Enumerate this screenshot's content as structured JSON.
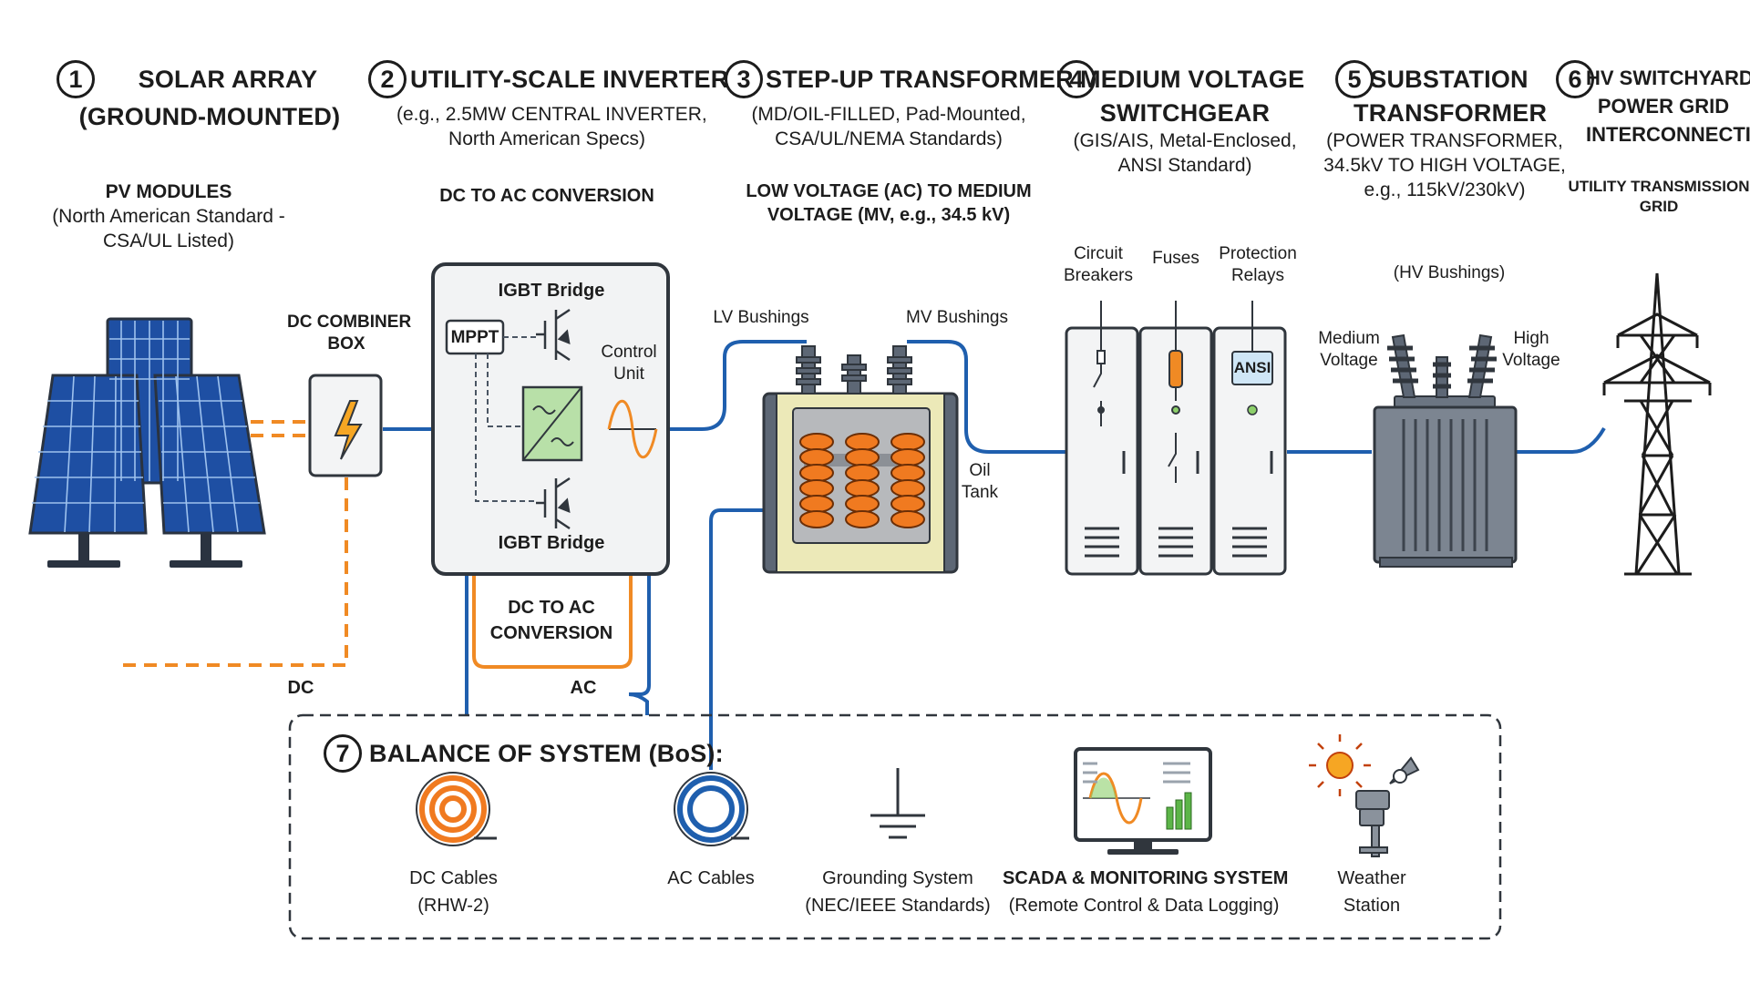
{
  "stages": [
    {
      "num": "1",
      "title_l1": "SOLAR ARRAY",
      "title_l2": "(GROUND-MOUNTED)",
      "sub_head": "PV MODULES",
      "sub_l1": "(North American Standard -",
      "sub_l2": "CSA/UL Listed)"
    },
    {
      "num": "2",
      "title_l1": "UTILITY-SCALE INVERTER",
      "spec_l1": "(e.g., 2.5MW CENTRAL INVERTER,",
      "spec_l2": "North American Specs)",
      "sub_head": "DC TO AC CONVERSION"
    },
    {
      "num": "3",
      "title_l1": "STEP-UP TRANSFORMER",
      "spec_l1": "(MD/OIL-FILLED, Pad-Mounted,",
      "spec_l2": "CSA/UL/NEMA Standards)",
      "sub_l1": "LOW VOLTAGE (AC) TO MEDIUM",
      "sub_l2": "VOLTAGE (MV, e.g., 34.5 kV)"
    },
    {
      "num": "4",
      "title_l1": "MEDIUM VOLTAGE",
      "title_l2": "SWITCHGEAR",
      "spec_l1": "(GIS/AIS, Metal-Enclosed,",
      "spec_l2": "ANSI Standard)"
    },
    {
      "num": "5",
      "title_l1": "SUBSTATION",
      "title_l2": "TRANSFORMER",
      "spec_l1": "(POWER TRANSFORMER,",
      "spec_l2": "34.5kV TO HIGH VOLTAGE,",
      "spec_l3": "e.g., 115kV/230kV)"
    },
    {
      "num": "6",
      "title_l1": "HV SWITCHYARD &",
      "title_l2": "POWER GRID",
      "title_l3": "INTERCONNECTION",
      "sub_l1": "UTILITY TRANSMISSION",
      "sub_l2": "GRID"
    }
  ],
  "components": {
    "combiner_l1": "DC COMBINER",
    "combiner_l2": "BOX",
    "igbt_top": "IGBT Bridge",
    "igbt_bottom": "IGBT Bridge",
    "mppt": "MPPT",
    "control_l1": "Control",
    "control_l2": "Unit",
    "conv_l1": "DC TO AC",
    "conv_l2": "CONVERSION",
    "dc": "DC",
    "ac": "AC",
    "lv_bushings": "LV Bushings",
    "mv_bushings": "MV Bushings",
    "oil_l1": "Oil",
    "oil_l2": "Tank",
    "cb_l1": "Circuit",
    "cb_l2": "Breakers",
    "fuses": "Fuses",
    "pr_l1": "Protection",
    "pr_l2": "Relays",
    "ansi": "ANSI",
    "hv_bushings": "(HV Bushings)",
    "med_l1": "Medium",
    "med_l2": "Voltage",
    "high_l1": "High",
    "high_l2": "Voltage"
  },
  "bos": {
    "num": "7",
    "title": "BALANCE OF SYSTEM (BoS):",
    "items": [
      {
        "l1": "DC Cables",
        "l2": "(RHW-2)"
      },
      {
        "l1": "AC Cables",
        "l2": ""
      },
      {
        "l1": "Grounding System",
        "l2": "(NEC/IEEE Standards)"
      },
      {
        "l1": "SCADA & MONITORING SYSTEM",
        "l2": "(Remote Control & Data Logging)"
      },
      {
        "l1": "Weather",
        "l2": "Station"
      }
    ]
  },
  "colors": {
    "dc_line": "#f08a24",
    "ac_line": "#1f5fae",
    "panel": "#1e4fa3",
    "outline": "#30363d",
    "coil": "#f07a20"
  }
}
